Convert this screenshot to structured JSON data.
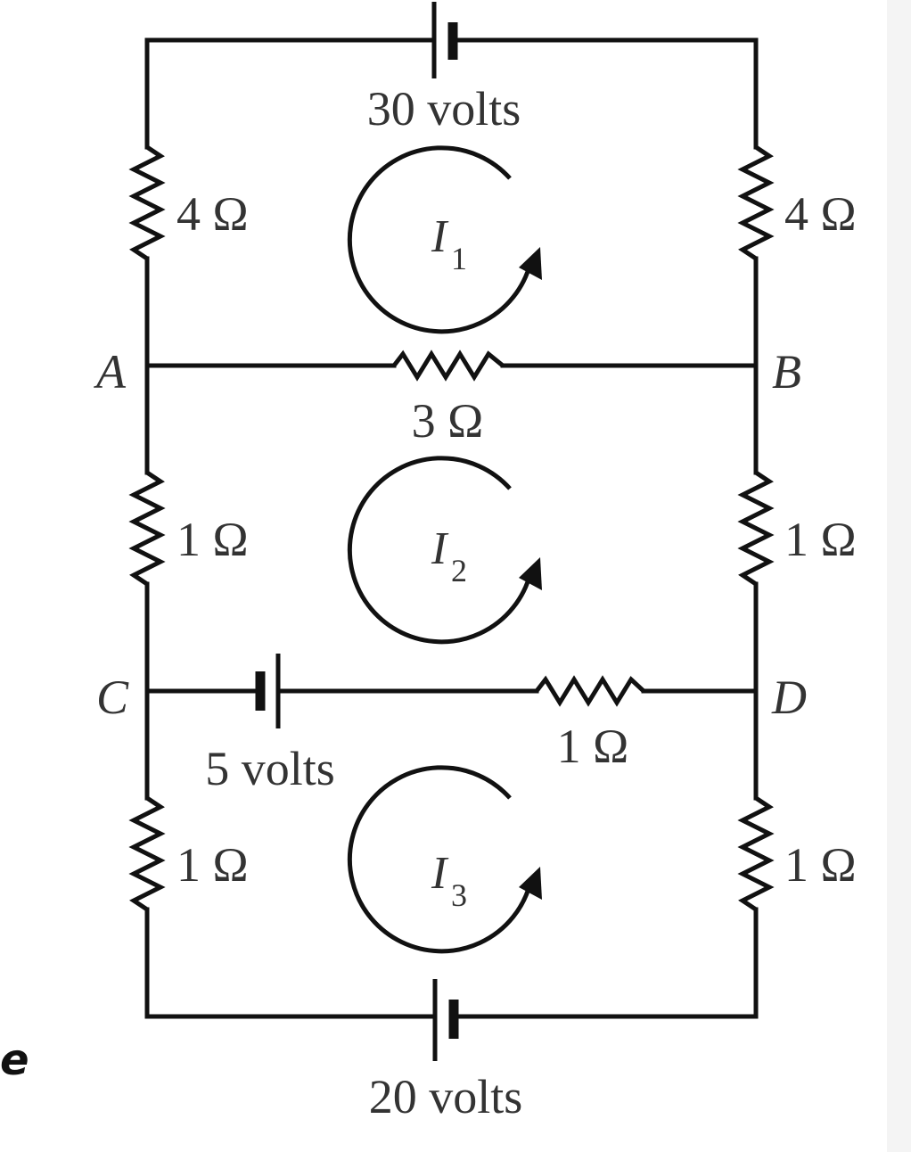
{
  "batteries": {
    "top": "30 volts",
    "middle": "5 volts",
    "bottom": "20 volts"
  },
  "resistors": {
    "top_left": "4 Ω",
    "top_right": "4 Ω",
    "ab": "3 Ω",
    "mid_left": "1 Ω",
    "mid_right": "1 Ω",
    "cd": "1 Ω",
    "bottom_left": "1 Ω",
    "bottom_right": "1 Ω"
  },
  "nodes": {
    "a": "A",
    "b": "B",
    "c": "C",
    "d": "D"
  },
  "loops": [
    {
      "symbol": "I",
      "subscript": "1"
    },
    {
      "symbol": "I",
      "subscript": "2"
    },
    {
      "symbol": "I",
      "subscript": "3"
    }
  ],
  "edge_fragment": "e"
}
